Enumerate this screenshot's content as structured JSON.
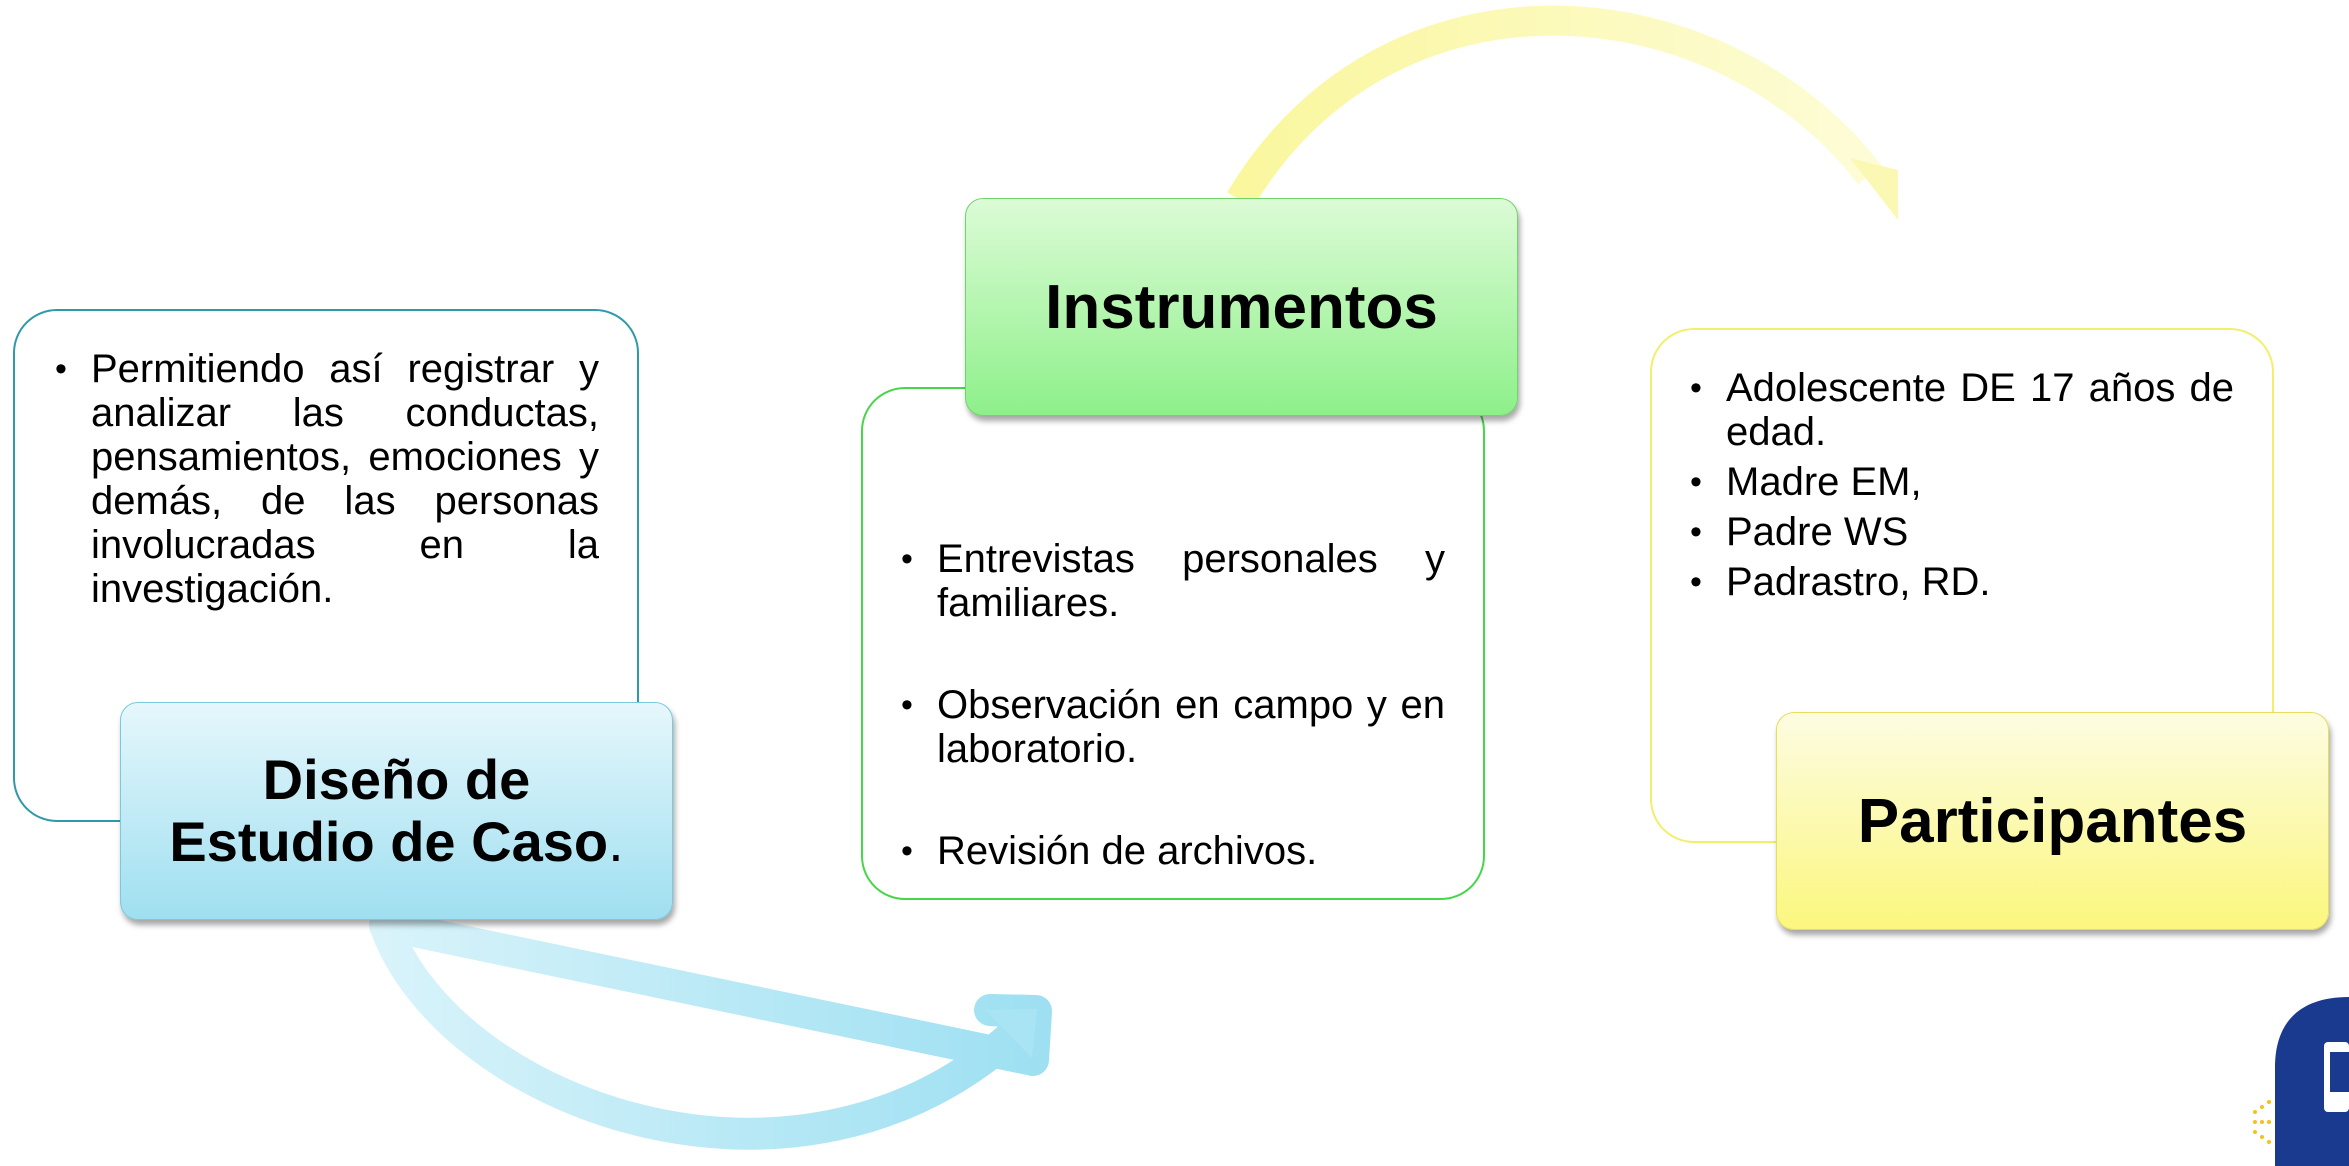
{
  "colors": {
    "blue": "#9ee0f2",
    "green": "#8ef08a",
    "yellow": "#fbf77e"
  },
  "design": {
    "title_main": "Diseño de",
    "title_line2": "Estudio de Caso",
    "title_period": ".",
    "bullet": "Permitiendo así registrar y analizar las conductas, pensamientos, emociones y demás, de las personas involucradas en la investigación."
  },
  "instruments": {
    "title": "Instrumentos",
    "bullets": [
      "Entrevistas personales y familiares.",
      "Observación en campo y en laboratorio.",
      " Revisión de archivos."
    ]
  },
  "participants": {
    "title": "Participantes",
    "bullets": [
      "Adolescente DE 17 años de edad.",
      "Madre EM,",
      "Padre WS",
      "Padrastro, RD."
    ]
  }
}
